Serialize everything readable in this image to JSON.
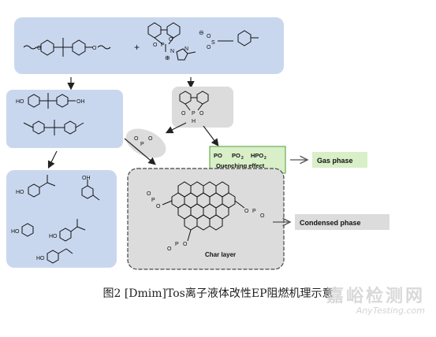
{
  "labels": {
    "gas_phase_species": [
      "PO",
      "PO",
      "HPO"
    ],
    "gas_phase_superscript": "·",
    "gas_phase_subscripts": [
      "",
      "2",
      "2"
    ],
    "quenching": "Quenching effect",
    "gas_phase": "Gas phase",
    "condensed_phase": "Condensed phase",
    "char_layer": "Char layer",
    "phosphate_o": "O",
    "phosphate_p": "P",
    "ring_o": "O",
    "ring_h": "H",
    "charge_plus": "⊕",
    "charge_minus": "⊖",
    "n_label": "N",
    "s_label": "S",
    "oxy_ends": "O"
  },
  "caption": "图2    [Dmim]Tos离子液体改性EP阻燃机理示意",
  "watermark": {
    "cn": "嘉峪检测网",
    "en": "AnyTesting.com"
  },
  "colors": {
    "blue_panel": "#c9d7ee",
    "gray_panel": "#dcdcdc",
    "green_panel": "#d8efc8",
    "green_border": "#6cae4f",
    "gray_border": "#444444",
    "structure": "#111111",
    "arrow": "#222222"
  }
}
